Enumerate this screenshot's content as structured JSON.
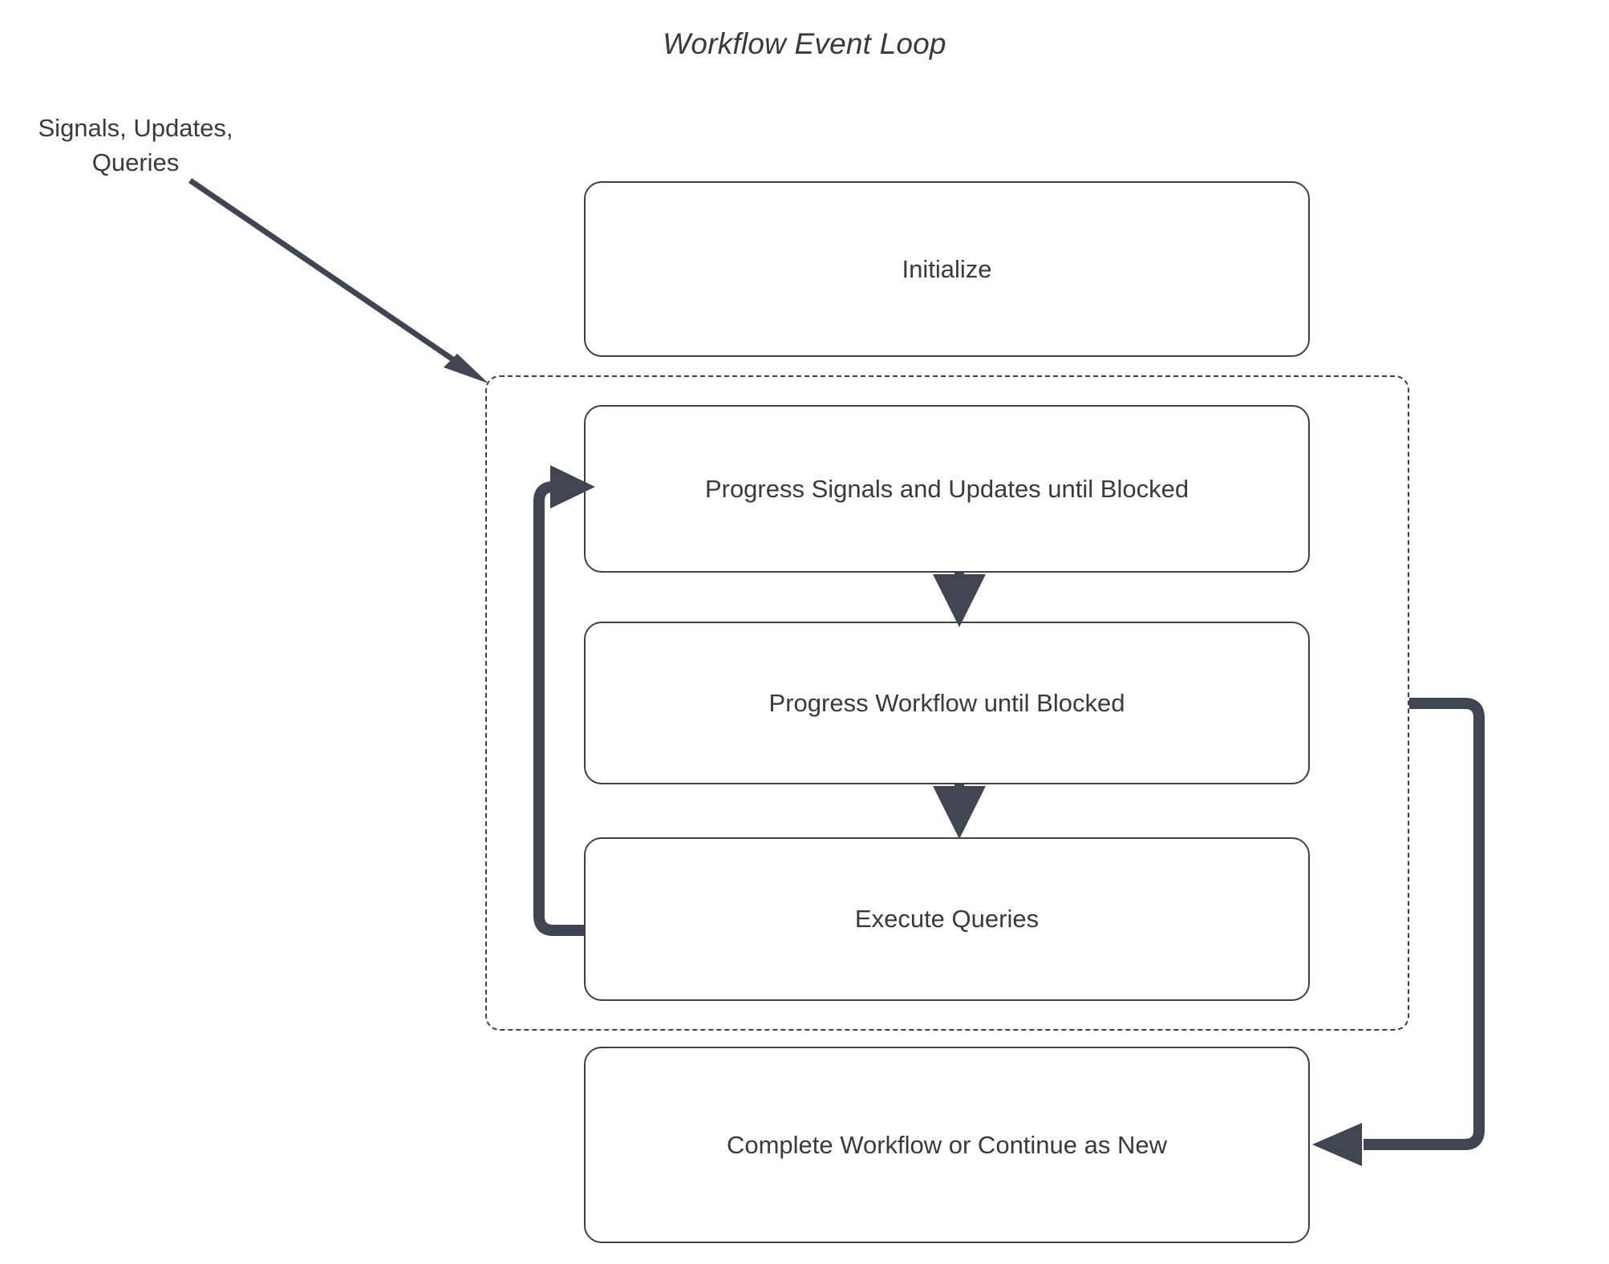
{
  "diagram": {
    "title": "Workflow Event Loop",
    "type": "flowchart",
    "accent_color": "#3f4652",
    "node_border_color": "#3f3f45",
    "text_color": "#3a3a3a",
    "background_color": "#ffffff"
  },
  "external_input": {
    "label_line1": "Signals, Updates,",
    "label_line2": "Queries",
    "label": "Signals, Updates, Queries",
    "arrow_name": "signals-updates-queries-arrow"
  },
  "nodes": {
    "initialize": {
      "label": "Initialize"
    },
    "progress_signals": {
      "label": "Progress Signals and Updates until Blocked"
    },
    "progress_workflow": {
      "label": "Progress Workflow until Blocked"
    },
    "execute_queries": {
      "label": "Execute Queries"
    },
    "complete_workflow": {
      "label": "Complete Workflow or Continue as New"
    }
  },
  "loop_container": {
    "name": "event-loop-dashed-container",
    "style": "dashed"
  },
  "connectors": [
    {
      "name": "initialize-to-loop",
      "from": "external_input",
      "to": "loop_container"
    },
    {
      "name": "progress-signals-to-progress-workflow",
      "from": "progress_signals",
      "to": "progress_workflow"
    },
    {
      "name": "progress-workflow-to-execute-queries",
      "from": "progress_workflow",
      "to": "execute_queries"
    },
    {
      "name": "execute-queries-loopback",
      "from": "execute_queries",
      "to": "progress_signals"
    },
    {
      "name": "loop-to-complete-workflow",
      "from": "loop_container",
      "to": "complete_workflow"
    }
  ]
}
